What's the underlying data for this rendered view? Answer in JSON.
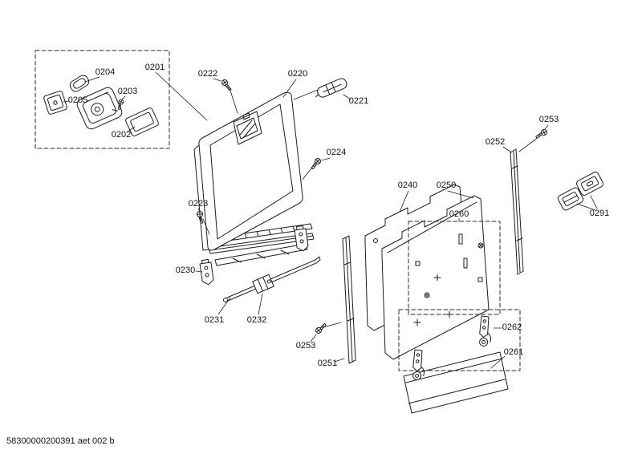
{
  "diagram": {
    "background": "#ffffff",
    "line_color": "#1d1d1d"
  },
  "labels": {
    "0201": "0201",
    "0202": "0202",
    "0203": "0203",
    "0204": "0204",
    "0205": "0205",
    "0220": "0220",
    "0221": "0221",
    "0222": "0222",
    "0223": "0223",
    "0224": "0224",
    "0230": "0230",
    "0231": "0231",
    "0232": "0232",
    "0240": "0240",
    "0250": "0250",
    "0251": "0251",
    "0252": "0252",
    "0253": "0253",
    "0260": "0260",
    "0261": "0261",
    "0262": "0262",
    "0291": "0291"
  },
  "footer": {
    "doc_code": "58300000200391 aet 002 b"
  }
}
